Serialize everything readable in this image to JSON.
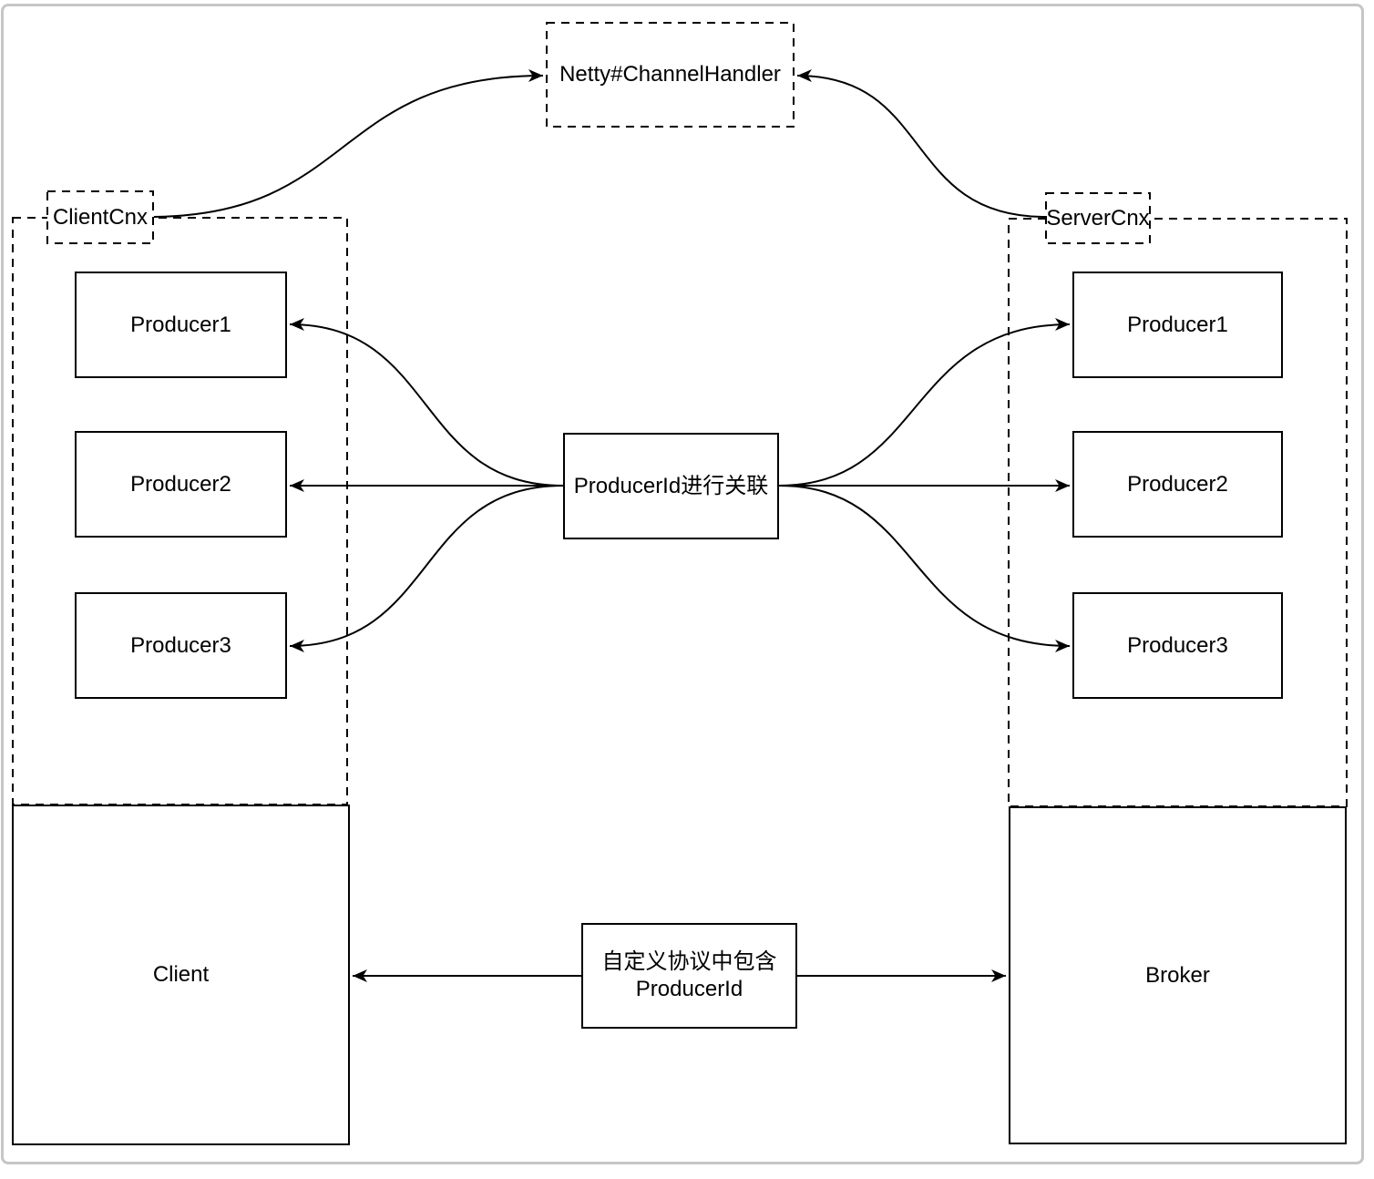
{
  "nodes": {
    "netty": {
      "label": "Netty#ChannelHandler"
    },
    "client_cnx": {
      "label": "ClientCnx"
    },
    "server_cnx": {
      "label": "ServerCnx"
    },
    "client_producers": [
      {
        "label": "Producer1"
      },
      {
        "label": "Producer2"
      },
      {
        "label": "Producer3"
      }
    ],
    "server_producers": [
      {
        "label": "Producer1"
      },
      {
        "label": "Producer2"
      },
      {
        "label": "Producer3"
      }
    ],
    "producer_id_link": {
      "label": "ProducerId进行关联"
    },
    "protocol_note": {
      "line1": "自定义协议中包含",
      "line2": "ProducerId"
    },
    "client": {
      "label": "Client"
    },
    "broker": {
      "label": "Broker"
    }
  },
  "edges": [
    {
      "from": "ClientCnx",
      "to": "Netty#ChannelHandler"
    },
    {
      "from": "ServerCnx",
      "to": "Netty#ChannelHandler"
    },
    {
      "from": "ProducerId进行关联",
      "to": "client Producer1"
    },
    {
      "from": "ProducerId进行关联",
      "to": "client Producer2"
    },
    {
      "from": "ProducerId进行关联",
      "to": "client Producer3"
    },
    {
      "from": "ProducerId进行关联",
      "to": "server Producer1"
    },
    {
      "from": "ProducerId进行关联",
      "to": "server Producer2"
    },
    {
      "from": "ProducerId进行关联",
      "to": "server Producer3"
    },
    {
      "from": "自定义协议中包含ProducerId",
      "to": "Client"
    },
    {
      "from": "自定义协议中包含ProducerId",
      "to": "Broker"
    }
  ],
  "colors": {
    "stroke": "#000000",
    "background": "#ffffff",
    "frame_border": "#c6c6c6"
  }
}
